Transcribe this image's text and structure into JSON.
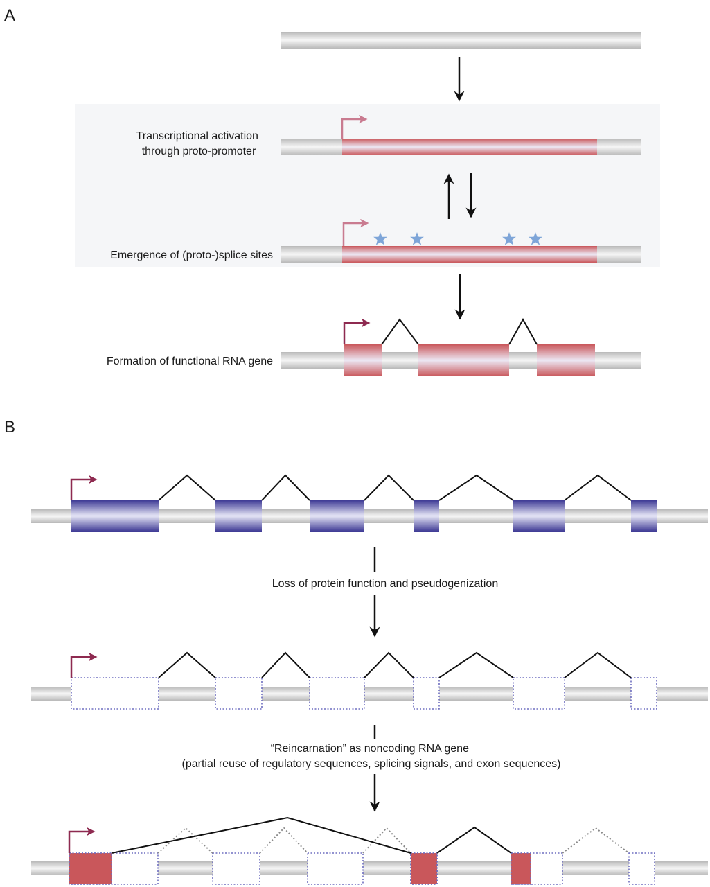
{
  "panel_a": {
    "label": "A",
    "step1_text": [
      "Transcriptional activation",
      "through proto-promoter"
    ],
    "step2_text": "Emergence of (proto-)splice sites",
    "step3_text": "Formation of functional RNA gene"
  },
  "panel_b": {
    "label": "B",
    "step1_text": "Loss of protein function and pseudogenization",
    "step2_text": [
      "“Reincarnation” as noncoding RNA gene",
      "(partial reuse of regulatory sequences, splicing signals, and exon sequences)"
    ]
  },
  "colors": {
    "red_exon": "#c9575b",
    "blue_exon": "#3e3a95",
    "promoter_arrow": "#8e2a50",
    "proto_promoter_arrow": "#c97b90",
    "splice_star": "#7ea5d8",
    "dotted_exon": "#6e6ec0",
    "panel_shade": "#f5f6f8"
  },
  "icons": [
    "promoter-arrow-icon",
    "splice-site-star-icon",
    "down-arrow-icon",
    "up-arrow-icon"
  ]
}
